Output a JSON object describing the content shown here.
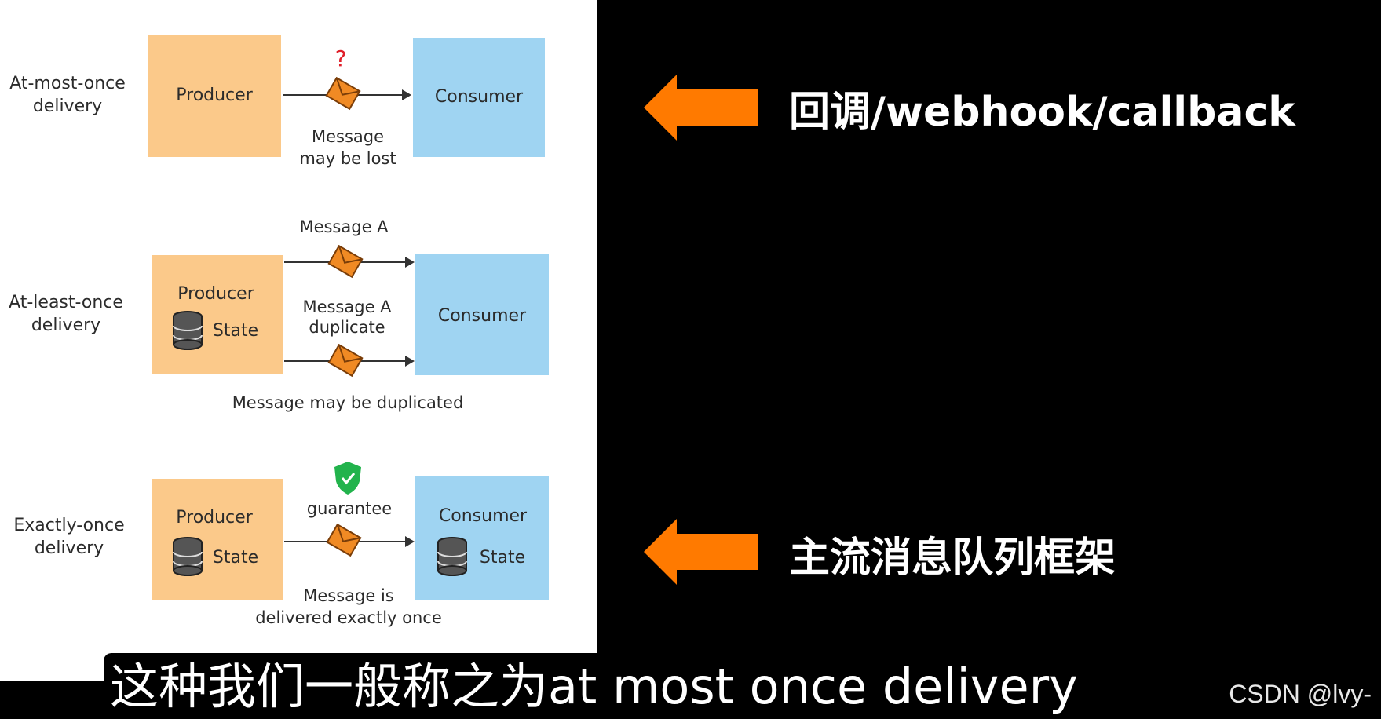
{
  "diagram": {
    "rows": [
      {
        "label_line1": "At-most-once",
        "label_line2": "delivery",
        "producer": "Producer",
        "consumer": "Consumer",
        "marker": "?",
        "caption_line1": "Message",
        "caption_line2": "may be lost"
      },
      {
        "label_line1": "At-least-once",
        "label_line2": "delivery",
        "producer": "Producer",
        "producer_state": "State",
        "consumer": "Consumer",
        "top_caption": "Message A",
        "middle_line1": "Message A",
        "middle_line2": "duplicate",
        "bottom_caption": "Message may be duplicated"
      },
      {
        "label_line1": "Exactly-once",
        "label_line2": "delivery",
        "producer": "Producer",
        "producer_state": "State",
        "consumer": "Consumer",
        "consumer_state": "State",
        "top_caption": "guarantee",
        "caption_line1": "Message is",
        "caption_line2": "delivered exactly once"
      }
    ],
    "colors": {
      "producer_fill": "#fbc98a",
      "consumer_fill": "#9fd4f2",
      "envelope": "#f08a24",
      "shield": "#22b34c",
      "question_mark": "#e0202a",
      "arrow_pointer": "#ff7a00"
    }
  },
  "annotations": {
    "top": "回调/webhook/callback",
    "bottom": "主流消息队列框架"
  },
  "subtitle": "这种我们一般称之为at most once delivery",
  "watermark": "CSDN @lvy-"
}
